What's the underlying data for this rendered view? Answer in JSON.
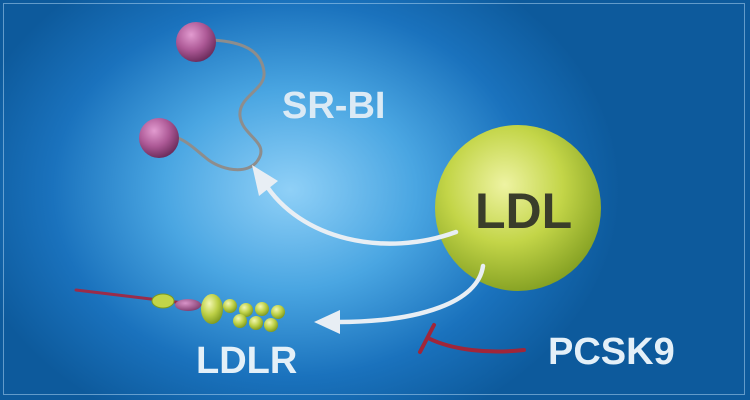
{
  "labels": {
    "srbi": "SR-BI",
    "ldl": "LDL",
    "ldlr": "LDLR",
    "pcsk9": "PCSK9"
  },
  "colors": {
    "ldl_particle": "#b8cc3a",
    "srbi_heads": "#a6508f",
    "inhibition": "#a0263a",
    "arrows": "#e8eef4",
    "background": "#1a72bd"
  }
}
